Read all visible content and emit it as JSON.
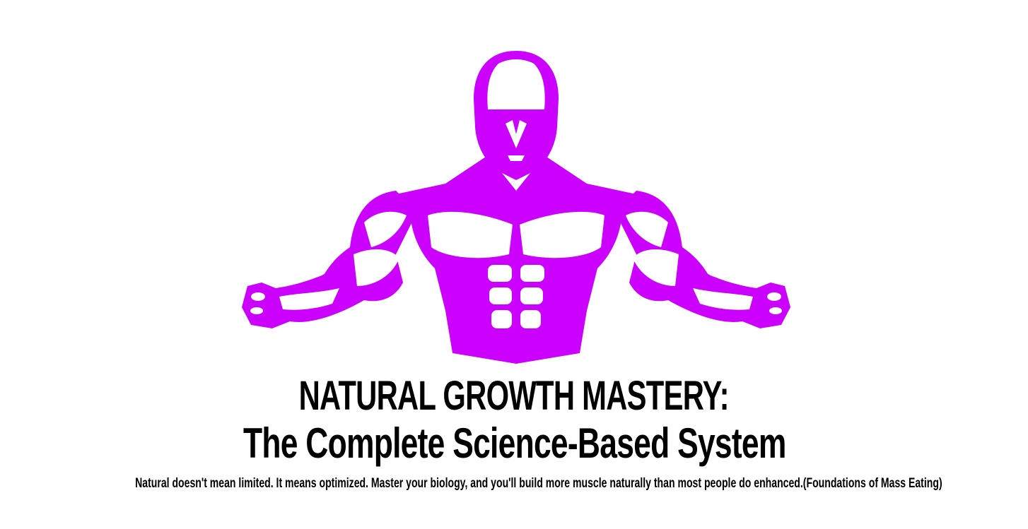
{
  "illustration": {
    "subject": "muscular-man-flexing",
    "color": "#cc00ff"
  },
  "title": {
    "line1": "NATURAL GROWTH MASTERY:",
    "line2": "The Complete Science-Based System"
  },
  "tagline": "Natural doesn't mean limited. It means optimized. Master your biology, and you'll build more muscle naturally than most people do enhanced.(Foundations of Mass Eating)"
}
